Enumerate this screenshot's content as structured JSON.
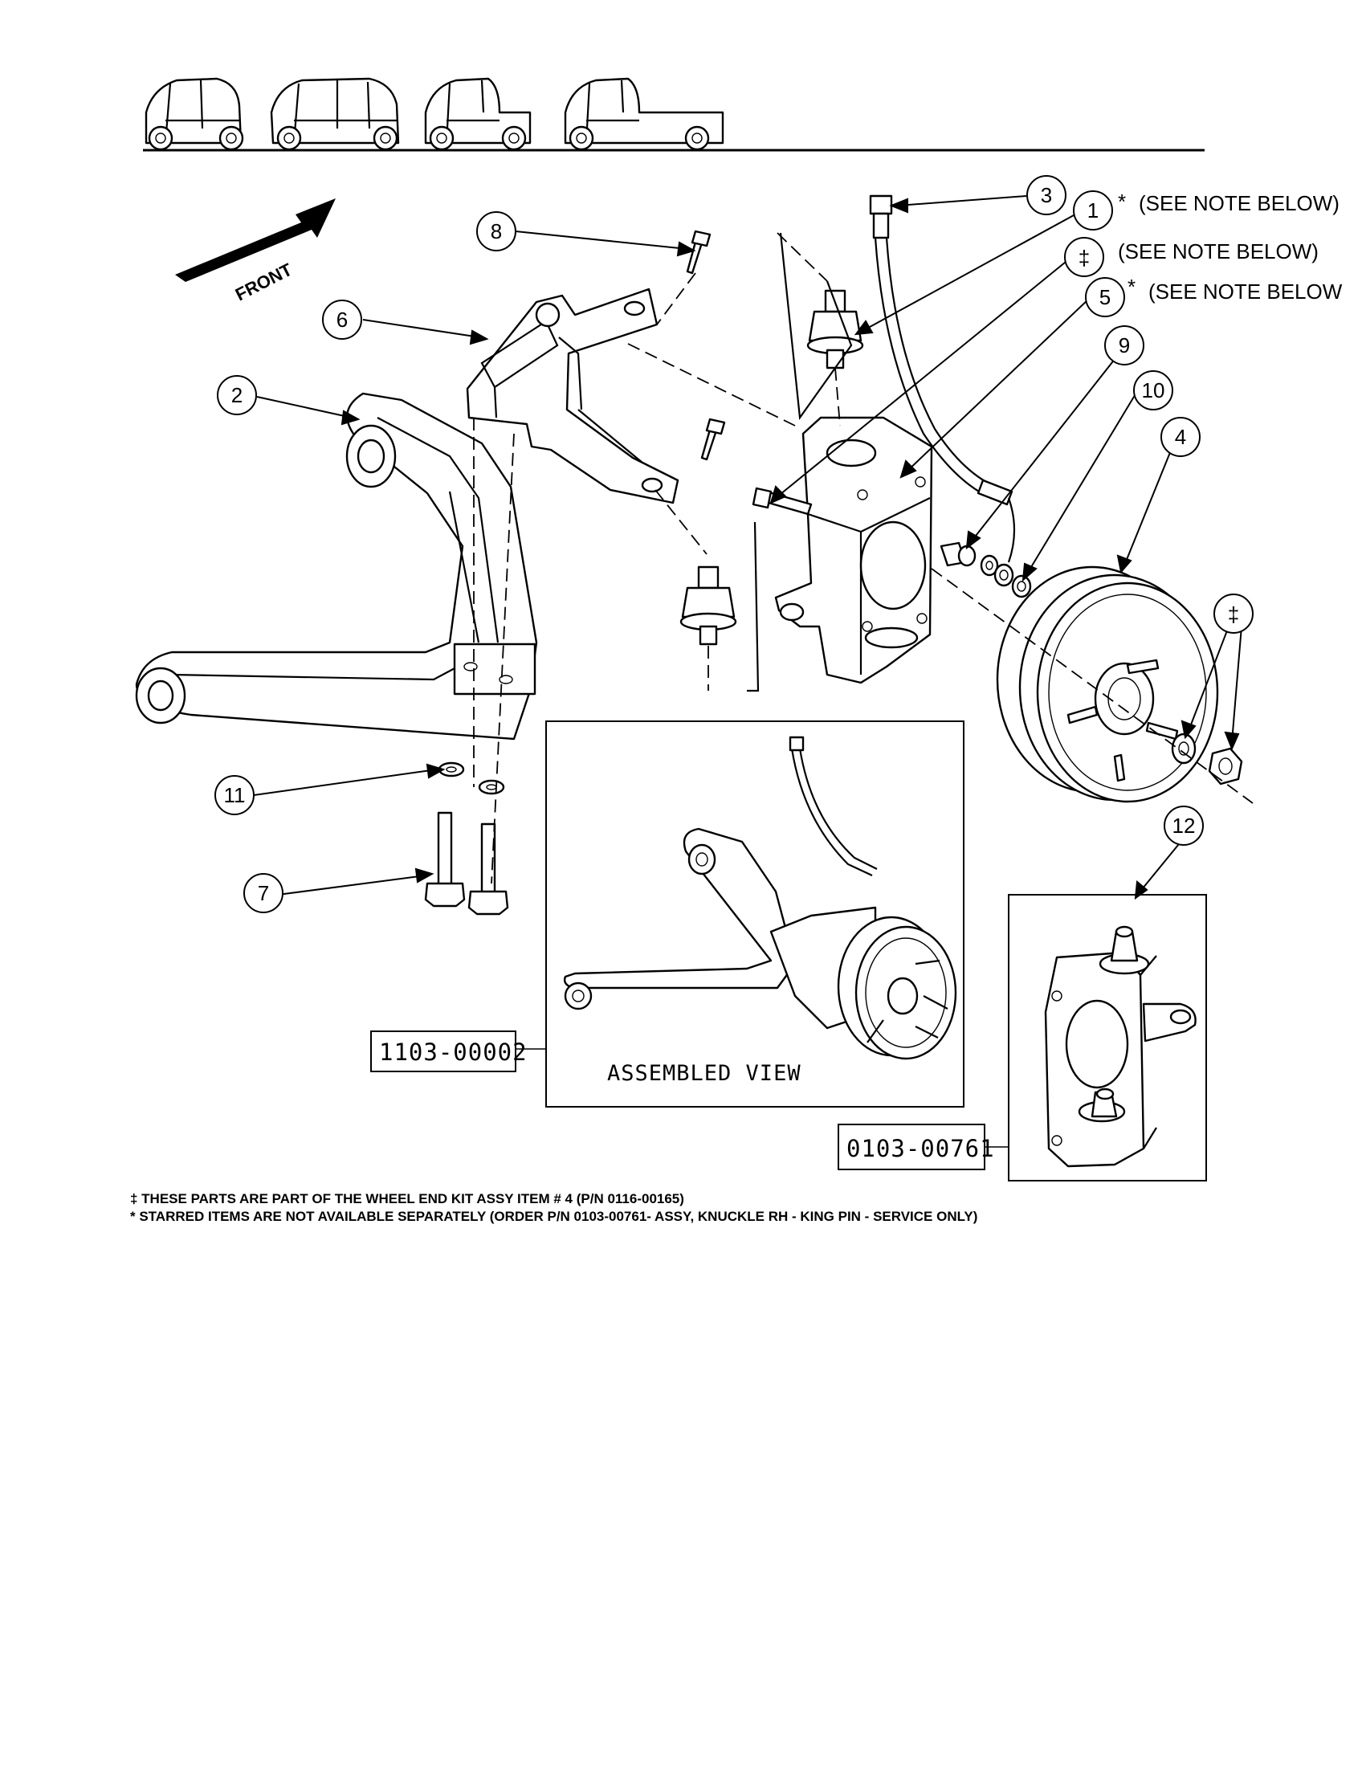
{
  "front_label": "FRONT",
  "callouts": [
    {
      "id": "c3",
      "num": "3"
    },
    {
      "id": "c1",
      "num": "1",
      "mark": "*",
      "note": "(SEE NOTE BELOW)"
    },
    {
      "id": "cdag",
      "num": "‡",
      "note": "(SEE NOTE BELOW)"
    },
    {
      "id": "c5",
      "num": "5",
      "mark": "*",
      "note": "(SEE NOTE BELOW"
    },
    {
      "id": "c8",
      "num": "8"
    },
    {
      "id": "c6",
      "num": "6"
    },
    {
      "id": "c2",
      "num": "2"
    },
    {
      "id": "c9",
      "num": "9"
    },
    {
      "id": "c10",
      "num": "10"
    },
    {
      "id": "c4",
      "num": "4"
    },
    {
      "id": "cdag2",
      "num": "‡"
    },
    {
      "id": "c11",
      "num": "11"
    },
    {
      "id": "c7",
      "num": "7"
    },
    {
      "id": "c12",
      "num": "12"
    }
  ],
  "part_numbers": {
    "assembly": "1103-00002",
    "knuckle": "0103-00761"
  },
  "assembled_view_title": "ASSEMBLED VIEW",
  "footnotes": [
    "‡ THESE PARTS ARE PART OF THE WHEEL END KIT ASSY ITEM # 4 (P/N 0116-00165)",
    "* STARRED ITEMS ARE NOT AVAILABLE SEPARATELY (ORDER P/N 0103-00761- ASSY, KNUCKLE RH - KING PIN - SERVICE ONLY)"
  ]
}
